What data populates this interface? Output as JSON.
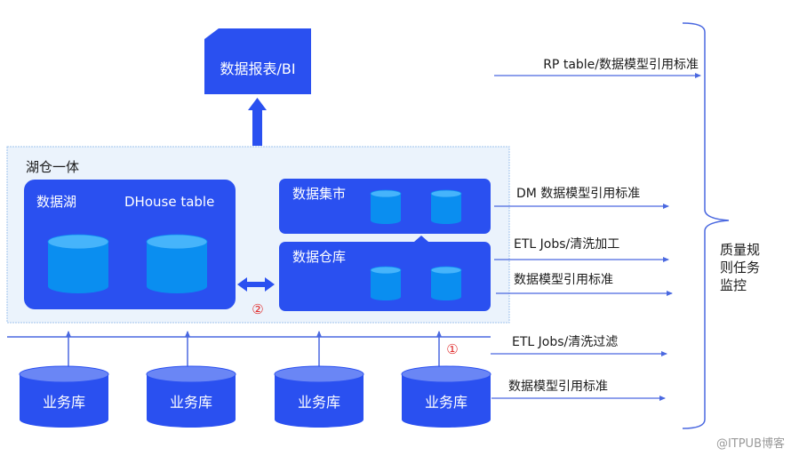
{
  "colors": {
    "primary_blue": "#2a50f0",
    "cylinder_side": "#0a8ef0",
    "cylinder_top": "#46b4fb",
    "db_top": "#6a86f5",
    "container_fill": "#ebf3fc",
    "container_border": "#9fc3ec",
    "line_blue": "#4a68e0",
    "marker_red": "#e03030",
    "text_dark": "#1a1a1a",
    "watermark": "#9a9a9a"
  },
  "bi_box": {
    "label": "数据报表/BI"
  },
  "lakehouse": {
    "title": "湖仓一体",
    "data_lake": {
      "label": "数据湖",
      "table_label": "DHouse table"
    },
    "data_mart": {
      "label": "数据集市"
    },
    "data_warehouse": {
      "label": "数据仓库"
    },
    "marker_2": "②"
  },
  "sources": [
    {
      "label": "业务库"
    },
    {
      "label": "业务库"
    },
    {
      "label": "业务库"
    },
    {
      "label": "业务库"
    }
  ],
  "marker_1": "①",
  "flows": [
    {
      "label": "RP table/数据模型引用标准"
    },
    {
      "label": "DM 数据模型引用标准"
    },
    {
      "label": "ETL Jobs/清洗加工"
    },
    {
      "label": "数据模型引用标准"
    },
    {
      "label": "ETL Jobs/清洗过滤"
    },
    {
      "label": "数据模型引用标准"
    }
  ],
  "monitor": {
    "lines": [
      "质量规",
      "则任务",
      "监控"
    ]
  },
  "watermark": "@ITPUB博客"
}
